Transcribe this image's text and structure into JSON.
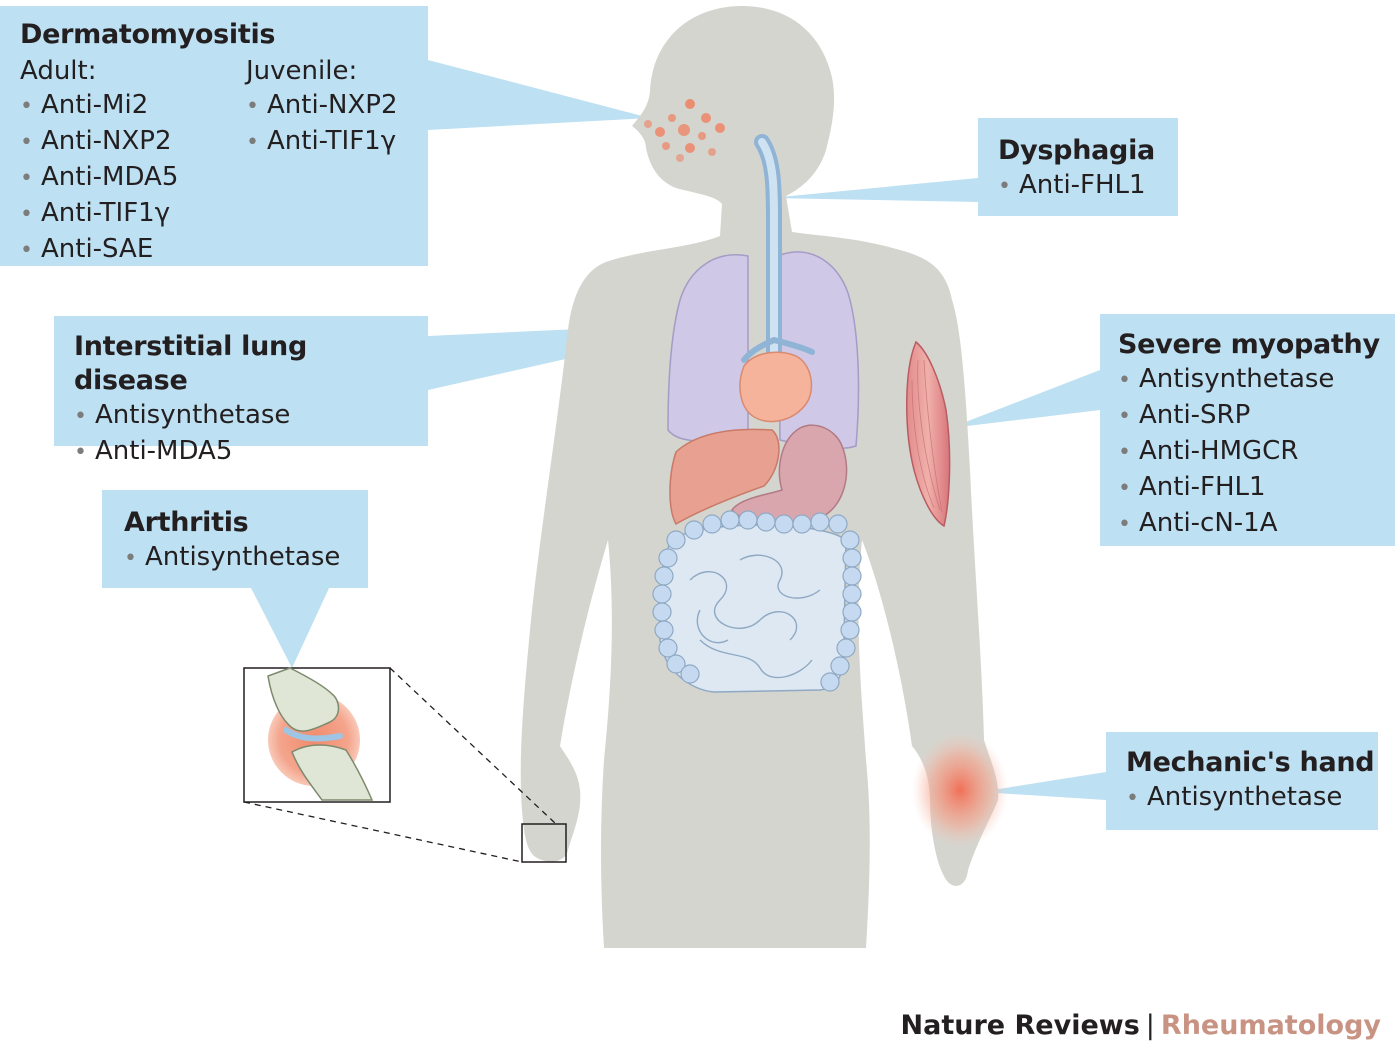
{
  "callouts": {
    "dermatomyositis": {
      "title": "Dermatomyositis",
      "adult_label": "Adult:",
      "adult_items": [
        "Anti-Mi2",
        "Anti-NXP2",
        "Anti-MDA5",
        "Anti-TIF1γ",
        "Anti-SAE"
      ],
      "juvenile_label": "Juvenile:",
      "juvenile_items": [
        "Anti-NXP2",
        "Anti-TIF1γ"
      ]
    },
    "dysphagia": {
      "title": "Dysphagia",
      "items": [
        "Anti-FHL1"
      ]
    },
    "ild": {
      "title": "Interstitial lung disease",
      "items": [
        "Antisynthetase",
        "Anti-MDA5"
      ]
    },
    "myopathy": {
      "title": "Severe myopathy",
      "items": [
        "Antisynthetase",
        "Anti-SRP",
        "Anti-HMGCR",
        "Anti-FHL1",
        "Anti-cN-1A"
      ]
    },
    "arthritis": {
      "title": "Arthritis",
      "items": [
        "Antisynthetase"
      ]
    },
    "mechanics_hand": {
      "title": "Mechanic's hand",
      "items": [
        "Antisynthetase"
      ]
    }
  },
  "footer": {
    "journal": "Nature Reviews",
    "separator": "|",
    "section": "Rheumatology"
  },
  "colors": {
    "callout_fill": "#bde0f2",
    "body_fill": "#d4d5cf",
    "lung_fill": "#cfc8e6",
    "heart_fill": "#f4b39a",
    "liver_fill": "#e8a090",
    "stomach_fill": "#d9a6ae",
    "intestine_fill": "#dde8f2",
    "rash_color": "#ef8060",
    "section_color": "#c99384"
  }
}
